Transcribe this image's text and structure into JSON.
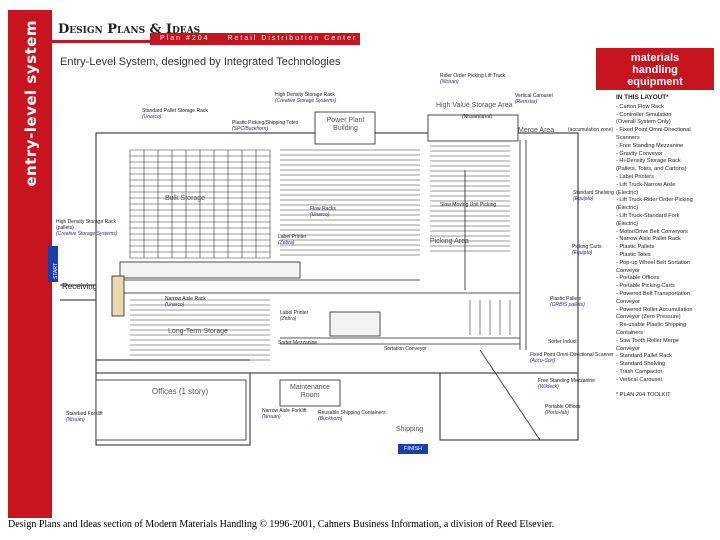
{
  "sidebar": {
    "label": "entry-level system"
  },
  "header": {
    "logo": "Design Plans & Ideas",
    "plan_number": "Plan #204",
    "plan_title": "Retail Distribution Center",
    "system_title": "Entry-Level System, designed by Integrated Technologies"
  },
  "equipment_panel": {
    "title": "materials handling equipment",
    "list_header": "IN THIS LAYOUT*",
    "items": [
      "- Carton Flow Rack",
      "- Controller Simulation",
      "  (Overall System Only)",
      "- Fixed Point Omni-Directional",
      "  Scanners",
      "- Free Standing Mezzanine",
      "- Gravity Conveyor",
      "- Hi-Density Storage Rack",
      "  (Pallets, Totes, and Cartons)",
      "- Label Printers",
      "- Lift Truck-Narrow Aisle",
      "  (Electric)",
      "- Lift Truck-Rider Order Picking",
      "  (Electric)",
      "- Lift Truck-Standard Fork",
      "  (Electric)",
      "- Motor/Drive Belt Conveyors",
      "- Narrow Aisle Pallet Rack",
      "- Plastic Pallets",
      "- Plastic Totes",
      "- Pop-up Wheel Belt Sortation",
      "  Conveyor",
      "- Portable Offices",
      "- Portable Picking Carts",
      "- Powered Belt Transportation",
      "  Conveyor",
      "- Powered Roller Accumulation",
      "  Conveyor (Zero Pressure)",
      "- Re-usable Plastic Shipping",
      "  Containers",
      "- Saw Tooth Roller Merge",
      "  Conveyor",
      "- Standard Pallet Rack",
      "- Standard Shelving",
      "- Trash Compactor",
      "- Vertical Carousel",
      "",
      "* PLAN 204 TOOLKIT"
    ]
  },
  "areas": {
    "bulk_storage": "Bulk Storage",
    "long_term_storage": "Long-Term Storage",
    "power_plant": "Power Plant Building",
    "high_value": "High Value Storage Area",
    "merge_area": "Merge Area",
    "picking_area": "Picking Area",
    "receiving": "Receiving",
    "offices": "Offices (1 story)",
    "maintenance": "Maintenance Room",
    "shipping": "Shipping",
    "start": "START",
    "finish": "FINISH"
  },
  "callouts": [
    {
      "label": "Rider Order Picking Lift Truck",
      "vendor": "(Nissan)"
    },
    {
      "label": "Vertical Carousel",
      "vendor": "(Remstar)"
    },
    {
      "label": "High Density Storage Rack",
      "vendor": "(Creative Storage Systems)"
    },
    {
      "label": "Standard Pallet Storage Rack",
      "vendor": "(Unarco)"
    },
    {
      "label": "Plastic Picking/Shipping Totes",
      "vendor": "(SPC/Buckhorn)"
    },
    {
      "label": "(Nissan/area)",
      "vendor": ""
    },
    {
      "label": "(accumulation zone)",
      "vendor": ""
    },
    {
      "label": "Standard Shelving",
      "vendor": "(Equipto)"
    },
    {
      "label": "Flow Racks",
      "vendor": "(Unarco)"
    },
    {
      "label": "Slow Moving Unit Picking",
      "vendor": ""
    },
    {
      "label": "High Density Storage Rack",
      "vendor": "(Creative Storage Systems)",
      "sub": "(pallets)"
    },
    {
      "label": "Label Printer",
      "vendor": "(Zebra)"
    },
    {
      "label": "Picking Carts",
      "vendor": "(Equipto)"
    },
    {
      "label": "Narrow Aisle Rack",
      "vendor": "(Unarco)"
    },
    {
      "label": "Plastic Pallets",
      "vendor": "(ORBIS pallets)"
    },
    {
      "label": "Label Printer",
      "vendor": "(Zebra)"
    },
    {
      "label": "Sorter Mezzanine",
      "vendor": ""
    },
    {
      "label": "Sorter Induct",
      "vendor": ""
    },
    {
      "label": "Sortation Conveyor",
      "vendor": ""
    },
    {
      "label": "Fixed Point Omni-Directional Scanner",
      "vendor": "(Accu-Sort)"
    },
    {
      "label": "Free Standing Mezzanine",
      "vendor": "(Wildeck)"
    },
    {
      "label": "Portable Offices",
      "vendor": "(Porta-fab)"
    },
    {
      "label": "Standard Forklift",
      "vendor": "(Nissan)"
    },
    {
      "label": "Narrow Aisle Forklift",
      "vendor": "(Nissan)"
    },
    {
      "label": "Reusable Shipping Containers",
      "vendor": "(Buckhorn)"
    }
  ],
  "footer": "Design Plans and Ideas section of Modern Materials Handling © 1996-2001, Cahners Business Information, a division of Reed Elsevier.",
  "colors": {
    "accent_red": "#c8141e",
    "tag_blue": "#1a3fa8",
    "vendor_blue": "#2a2aa0"
  }
}
